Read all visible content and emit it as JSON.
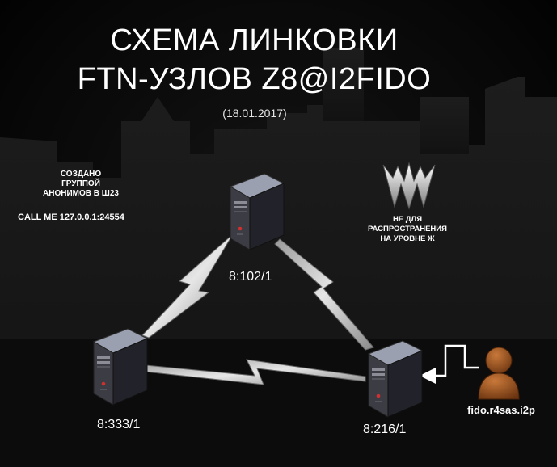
{
  "title": {
    "line1": "СХЕМА ЛИНКОВКИ",
    "line2": "FTN-УЗЛОВ Z8@I2FIDO"
  },
  "date": "(18.01.2017)",
  "credit": {
    "line1": "СОЗДАНО",
    "line2": "ГРУППОЙ",
    "line3": "АНОНИМОВ В Ш23",
    "contact": "CALL ME 127.0.0.1:24554"
  },
  "warning": {
    "line1": "НЕ ДЛЯ",
    "line2": "РАСПРОСТРАНЕНИЯ",
    "line3": "НА УРОВНЕ Ж"
  },
  "nodes": [
    {
      "id": "top",
      "label": "8:102/1"
    },
    {
      "id": "left",
      "label": "8:333/1"
    },
    {
      "id": "right",
      "label": "8:216/1"
    }
  ],
  "user": {
    "label": "fido.r4sas.i2p"
  },
  "colors": {
    "background": "#000000",
    "skyline": "#1c1c1c",
    "link": "#c8c8c8",
    "server_body": "#2a2a31",
    "user": "#8b4a1a"
  },
  "icons": {
    "server": "server-tower-icon",
    "user": "user-silhouette-icon",
    "warning": "sharp-teeth-icon"
  }
}
